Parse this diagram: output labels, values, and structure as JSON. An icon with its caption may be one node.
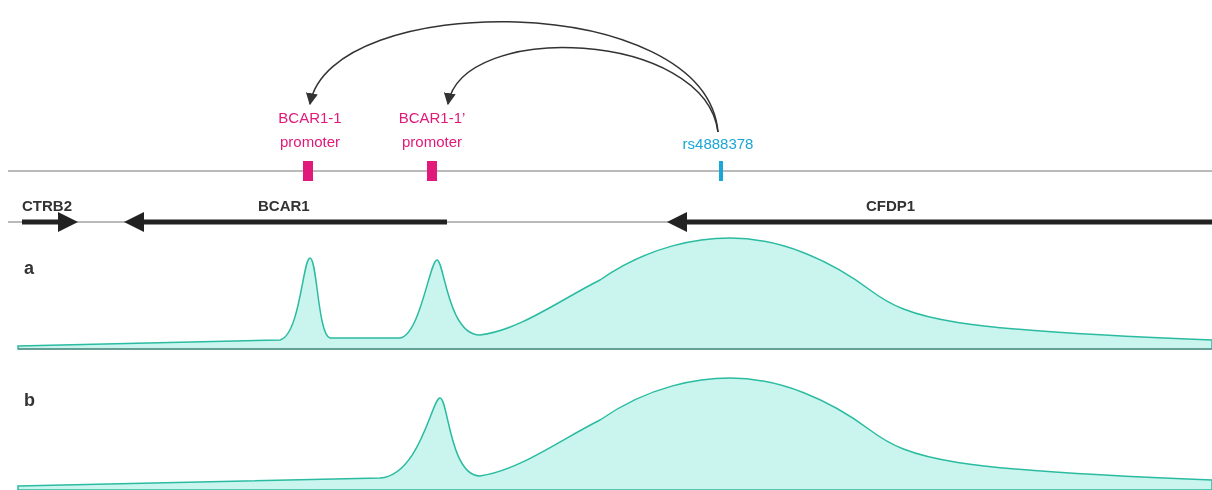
{
  "diagram": {
    "nodes": [
      {
        "text": [
          "BCAR1-1 promoter"
        ]
      },
      {
        "text": [
          "BCAR1-1’ promoter"
        ]
      },
      {
        "text": [
          "rs4888378"
        ]
      }
    ],
    "edges": [
      {
        "from": 2,
        "to": 0,
        "arrow": "to"
      },
      {
        "from": 2,
        "to": 1,
        "arrow": "to"
      }
    ],
    "labels": [
      "CTRB2",
      "BCAR1",
      "CFDP1",
      "a",
      "b"
    ]
  }
}
